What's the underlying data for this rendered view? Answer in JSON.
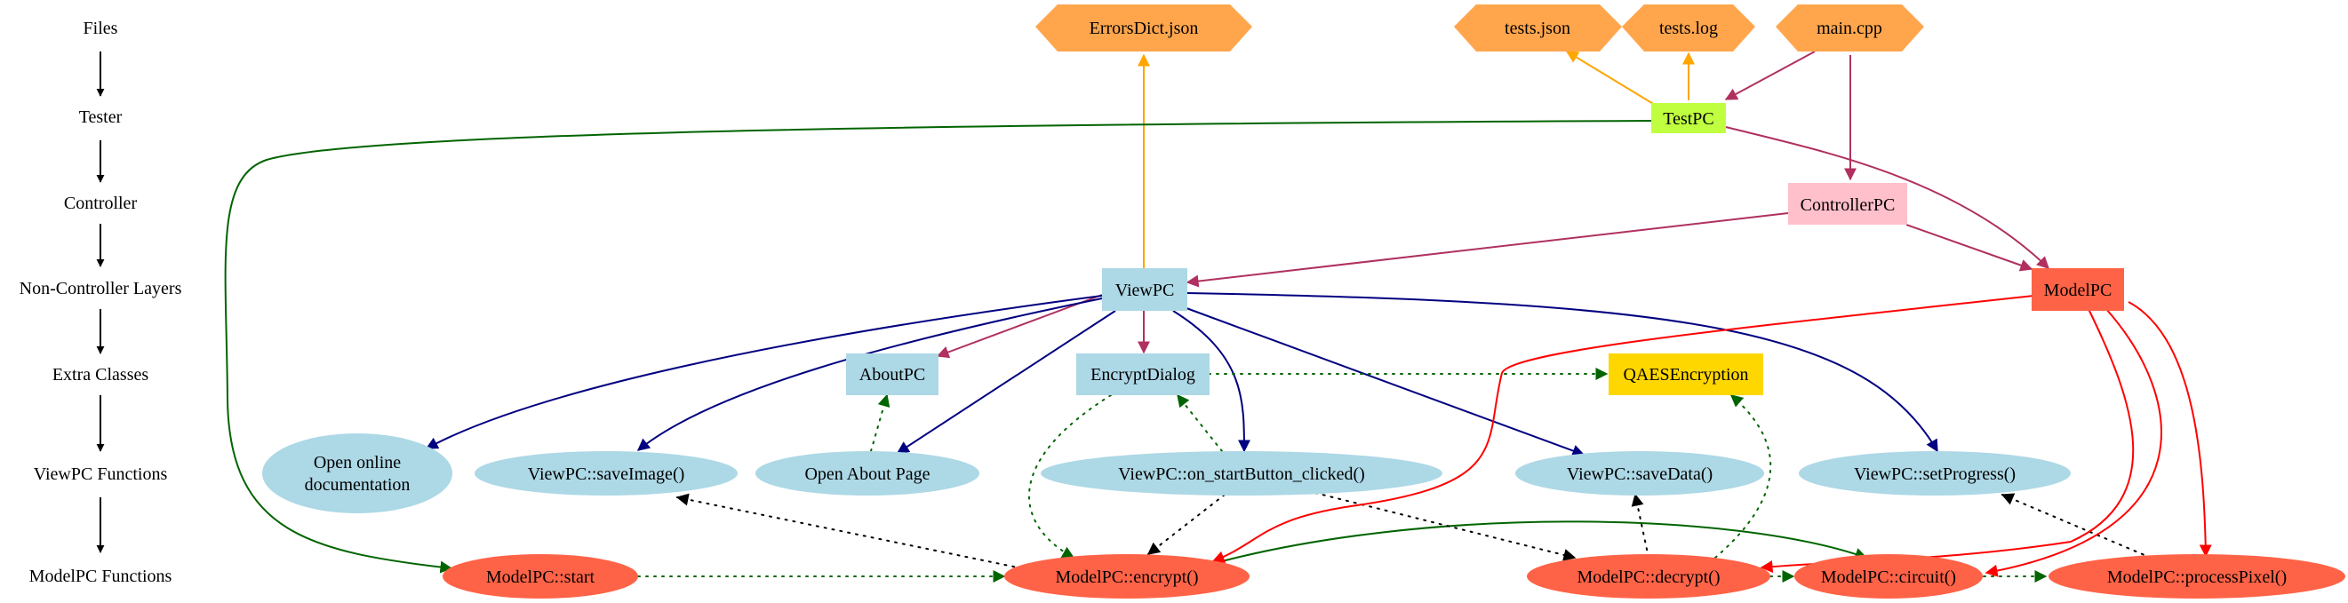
{
  "layers": {
    "files": "Files",
    "tester": "Tester",
    "controller": "Controller",
    "non_controller": "Non-Controller Layers",
    "extra": "Extra Classes",
    "viewpc_functions": "ViewPC Functions",
    "modelpc_functions": "ModelPC Functions"
  },
  "nodes": {
    "errors_dict": "ErrorsDict.json",
    "tests_json": "tests.json",
    "tests_log": "tests.log",
    "main_cpp": "main.cpp",
    "testpc": "TestPC",
    "controllerpc": "ControllerPC",
    "viewpc": "ViewPC",
    "modelpc": "ModelPC",
    "aboutpc": "AboutPC",
    "encrypt_dialog": "EncryptDialog",
    "qaes": "QAESEncryption",
    "open_docs_line1": "Open online",
    "open_docs_line2": "documentation",
    "save_image": "ViewPC::saveImage()",
    "open_about": "Open About Page",
    "on_start": "ViewPC::on_startButton_clicked()",
    "save_data": "ViewPC::saveData()",
    "set_progress": "ViewPC::setProgress()",
    "model_start": "ModelPC::start",
    "model_encrypt": "ModelPC::encrypt()",
    "model_decrypt": "ModelPC::decrypt()",
    "model_circuit": "ModelPC::circuit()",
    "model_process": "ModelPC::processPixel()"
  },
  "colors": {
    "file": "#ffa64d",
    "tester": "#bfff3f",
    "controller": "#ffc0cb",
    "view": "#add8e6",
    "model": "#ff6347",
    "qaes": "#ffd700",
    "orange_edge": "#ffa500",
    "maroon_edge": "#b03060",
    "navy_edge": "#000080",
    "green_edge": "#006400",
    "red_edge": "#ff0000",
    "black_edge": "#000000"
  }
}
